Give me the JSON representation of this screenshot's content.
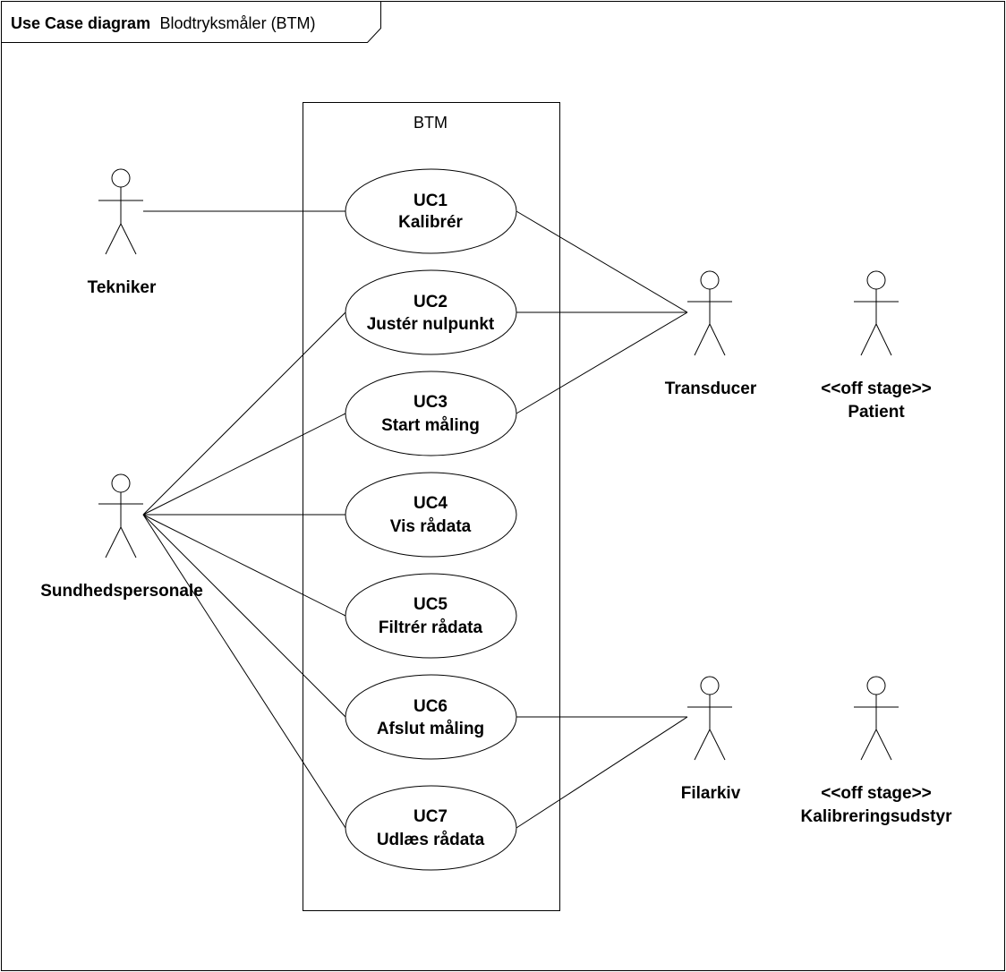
{
  "frame": {
    "title_kind": "Use Case diagram",
    "title_name": "Blodtryksmåler (BTM)"
  },
  "system": {
    "label": "BTM"
  },
  "use_cases": [
    {
      "id": "UC1",
      "name": "Kalibrér"
    },
    {
      "id": "UC2",
      "name": "Justér nulpunkt"
    },
    {
      "id": "UC3",
      "name": "Start måling"
    },
    {
      "id": "UC4",
      "name": "Vis rådata"
    },
    {
      "id": "UC5",
      "name": "Filtrér rådata"
    },
    {
      "id": "UC6",
      "name": "Afslut måling"
    },
    {
      "id": "UC7",
      "name": "Udlæs rådata"
    }
  ],
  "actors": {
    "tekniker": {
      "label": "Tekniker"
    },
    "sundhedspersonale": {
      "label": "Sundhedspersonale"
    },
    "transducer": {
      "label": "Transducer"
    },
    "patient": {
      "stereotype": "<<off stage>>",
      "label": "Patient"
    },
    "filarkiv": {
      "label": "Filarkiv"
    },
    "kalibreringsudstyr": {
      "stereotype": "<<off stage>>",
      "label": "Kalibreringsudstyr"
    }
  },
  "associations": [
    {
      "actor": "tekniker",
      "use_case": "UC1"
    },
    {
      "actor": "sundhedspersonale",
      "use_case": "UC2"
    },
    {
      "actor": "sundhedspersonale",
      "use_case": "UC3"
    },
    {
      "actor": "sundhedspersonale",
      "use_case": "UC4"
    },
    {
      "actor": "sundhedspersonale",
      "use_case": "UC5"
    },
    {
      "actor": "sundhedspersonale",
      "use_case": "UC6"
    },
    {
      "actor": "sundhedspersonale",
      "use_case": "UC7"
    },
    {
      "actor": "transducer",
      "use_case": "UC1"
    },
    {
      "actor": "transducer",
      "use_case": "UC2"
    },
    {
      "actor": "transducer",
      "use_case": "UC3"
    },
    {
      "actor": "filarkiv",
      "use_case": "UC6"
    },
    {
      "actor": "filarkiv",
      "use_case": "UC7"
    }
  ]
}
